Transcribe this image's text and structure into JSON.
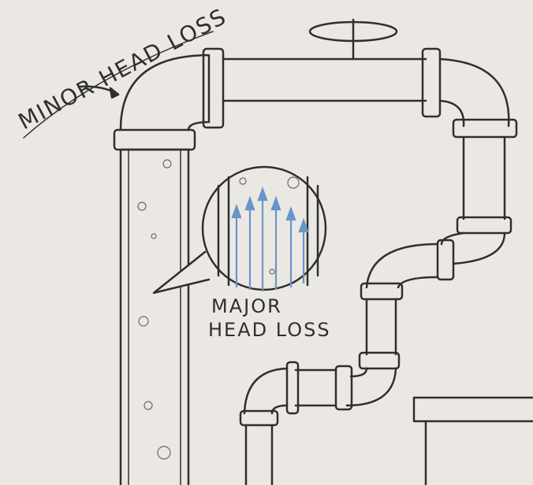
{
  "labels": {
    "minor": "MINOR HEAD LOSS",
    "major_line1": "MAJOR",
    "major_line2": "HEAD LOSS"
  },
  "colors": {
    "background": "#ebe8e3",
    "ink": "#2f2f2f",
    "flow_arrows": "#6a95c8"
  }
}
